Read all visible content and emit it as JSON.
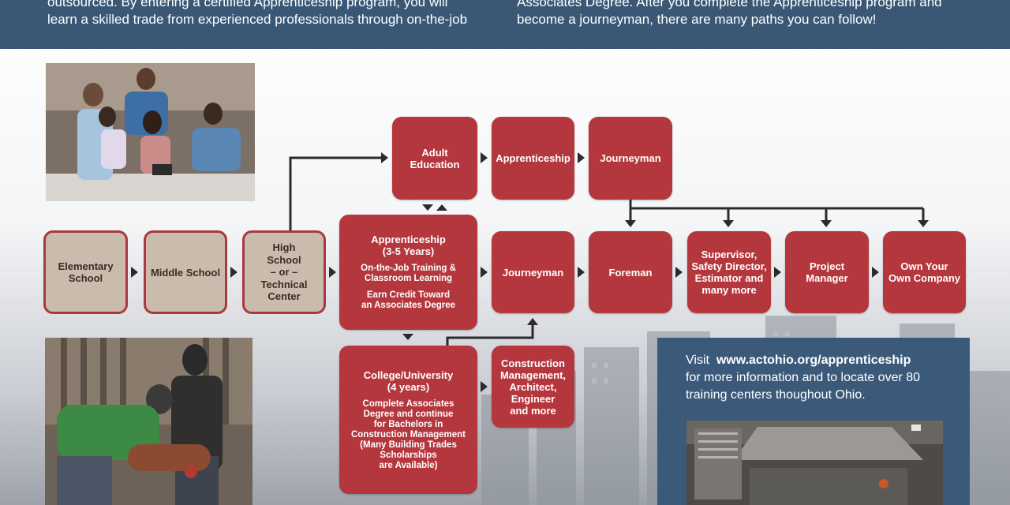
{
  "header": {
    "left_lines": [
      "outsourced. By entering a certified Apprenticeship program, you will",
      "learn a skilled trade from experienced professionals through on-the-job"
    ],
    "right_lines": [
      "Associates Degree. After you complete the Apprenticeship program and",
      "become a journeyman, there are many paths you can follow!"
    ]
  },
  "flow": {
    "elementary": "Elementary School",
    "middle": "Middle School",
    "high_school": [
      "High",
      "School",
      "– or –",
      "Technical",
      "Center"
    ],
    "adult_education": [
      "Adult",
      "Education"
    ],
    "apprenticeship_top": "Apprenticeship",
    "journeyman_top": "Journeyman",
    "apprenticeship_main": {
      "title": [
        "Apprenticeship",
        "(3-5 Years)"
      ],
      "training": [
        "On-the-Job Training &",
        "Classroom Learning"
      ],
      "credit": [
        "Earn Credit Toward",
        "an Associates Degree"
      ]
    },
    "journeyman_mid": "Journeyman",
    "foreman": "Foreman",
    "supervisor": [
      "Supervisor,",
      "Safety Director,",
      "Estimator and",
      "many more"
    ],
    "project_manager": [
      "Project",
      "Manager"
    ],
    "own_company": [
      "Own Your",
      "Own Company"
    ],
    "college": {
      "title": [
        "College/University",
        "(4 years)"
      ],
      "detail": [
        "Complete Associates",
        "Degree and continue",
        "for Bachelors in",
        "Construction Management",
        "(Many Building Trades",
        "Scholarships",
        "are Available)"
      ]
    },
    "construction_mgmt": [
      "Construction",
      "Management,",
      "Architect,",
      "Engineer",
      "and more"
    ]
  },
  "info": {
    "visit_word": "Visit",
    "url": "www.actohio.org/apprenticeship",
    "line2": "for more information and to locate over 80",
    "line3": "training centers thoughout Ohio."
  },
  "colors": {
    "box_red": "#b5373e",
    "box_tan": "#c9bcac",
    "banner_blue": "#3a5876",
    "arrow": "#2b2b2b"
  }
}
